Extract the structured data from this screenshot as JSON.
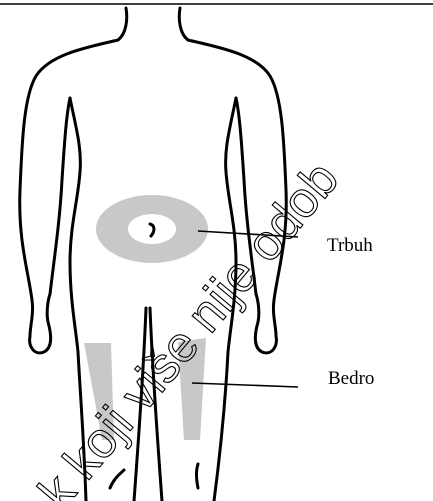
{
  "diagram": {
    "labels": {
      "abdomen": "Trbuh",
      "thigh": "Bedro"
    },
    "watermark": "k koji više nije odob",
    "colors": {
      "outline": "#000000",
      "injection_area": "#c8c8c8",
      "background": "#ffffff"
    }
  }
}
